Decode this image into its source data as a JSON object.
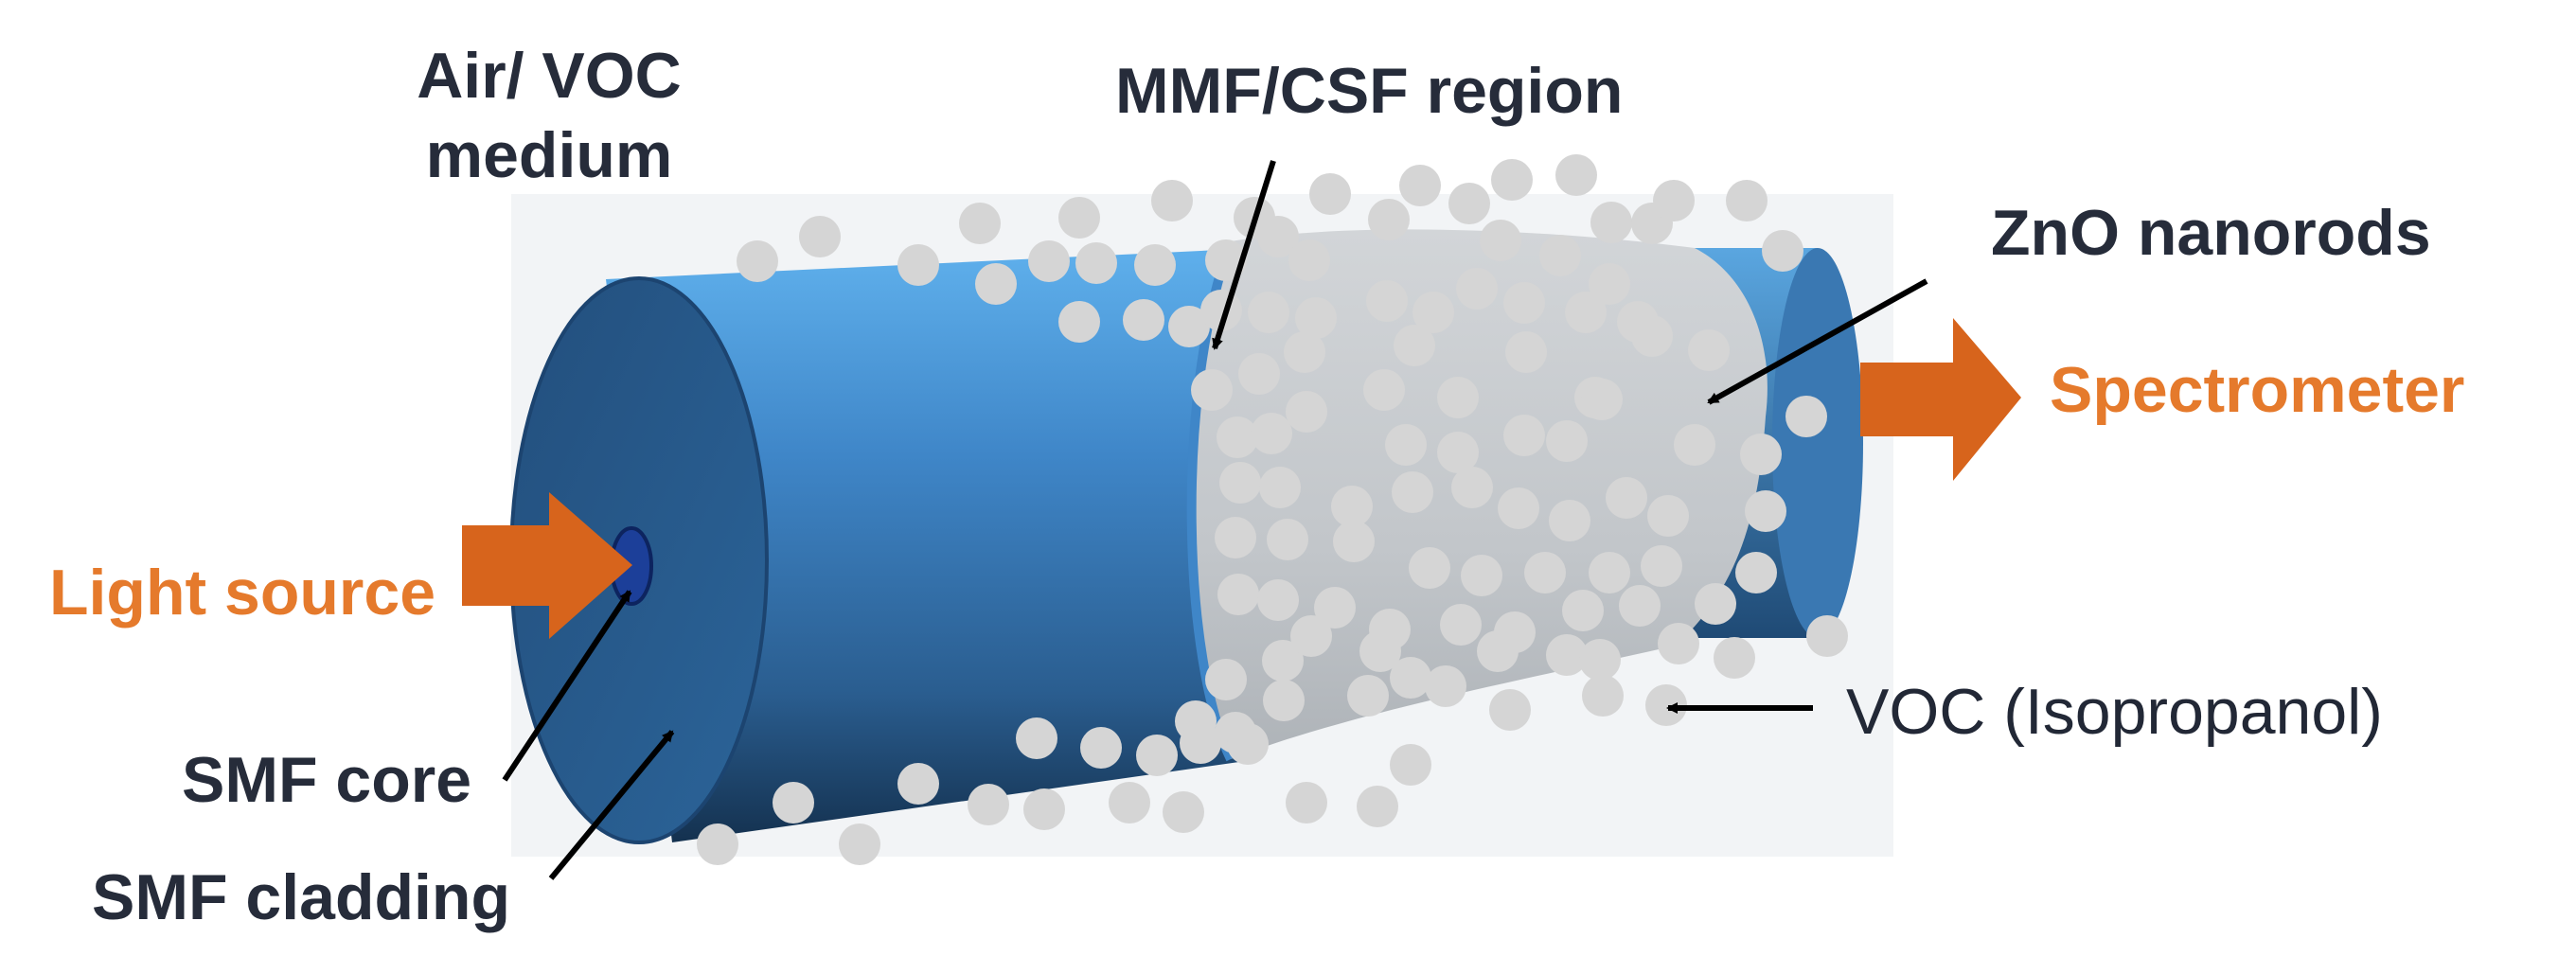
{
  "labels": {
    "medium_line1": "Air/ VOC",
    "medium_line2": "medium",
    "mmf_csf_region": "MMF/CSF region",
    "zno_nanorods": "ZnO nanorods",
    "spectrometer": "Spectrometer",
    "light_source": "Light source",
    "voc_isopropanol": "VOC (Isopropanol)",
    "smf_core": "SMF core",
    "smf_cladding": "SMF cladding"
  },
  "colors": {
    "fiber_blue": "#3f86c8",
    "fiber_end_face": "#2b5f95",
    "coating_gray": "#c3c7cb",
    "voc_molecule": "#d5d5d5",
    "arrow_orange": "#d7641c",
    "label_orange": "#e57a2c",
    "label_dark": "#262c3a"
  },
  "icons": {
    "input_arrow": "orange-right-arrow",
    "output_arrow": "orange-right-arrow",
    "pointer": "black-line-arrow"
  }
}
